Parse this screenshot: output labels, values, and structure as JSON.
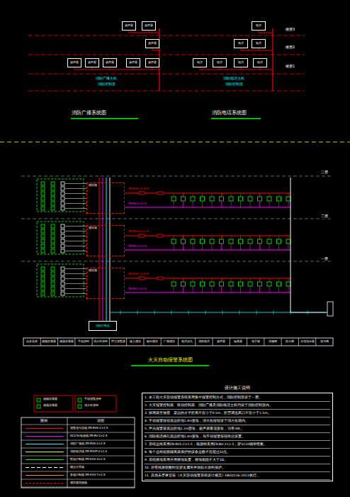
{
  "diagram": {
    "title": "火灾自动报警系统图",
    "nodes": [
      {
        "text": [
          "扬声器"
        ]
      },
      {
        "text": [
          "扬声器"
        ]
      },
      {
        "text": [
          "电话"
        ]
      },
      {
        "text": [
          "扬声器"
        ]
      },
      {
        "text": [
          "电话"
        ]
      },
      {
        "text": [
          "电话"
        ]
      },
      {
        "text": [
          "扬声器"
        ]
      },
      {
        "text": [
          "扬声器"
        ]
      },
      {
        "text": [
          "扬声器"
        ]
      },
      {
        "text": [
          "扬声器"
        ]
      },
      {
        "text": [
          "扬声器"
        ]
      },
      {
        "text": [
          "电话"
        ]
      },
      {
        "text": [
          "电话"
        ]
      },
      {
        "text": [
          "电话"
        ]
      },
      {
        "text": [
          "电话"
        ]
      },
      {
        "text": [
          "模块箱"
        ]
      },
      {
        "text": [
          "模块箱"
        ]
      },
      {
        "text": [
          "模块箱"
        ]
      },
      {
        "text": [
          "消防控制室"
        ]
      },
      {
        "text": [
          "设计施工说明",
          "1. 本工程火灾自动报警系统采用集中报警控制方式，消防控制室设于一层。",
          "2. 火灾报警控制器、联动控制器、消防广播及消防电话主机均设于消防控制室内。",
          "3. 探测器至墙壁、梁边的水平距离不应小于0.5m，距空调送风口不应小于1.5m。",
          "4. 手动报警按钮底边距地1.4m安装，消火栓按钮设于消火栓箱内。",
          "5. 声光报警器底边距地2.2m壁装，扬声器吸顶安装，功率3W。",
          "6. 消防电话插孔底边距地1.4m安装，与手动报警按钮组合设置。",
          "7. 系统总线采用ZR-RVS-2×1.5，电源线采用ZR-BV-2×2.5，穿SC20钢管暗敷。",
          "8. 每个总线短路隔离器保护的设备总数不应超过32点。",
          "9. 系统接地采用共用接地装置，接地电阻不大于1Ω。",
          "10. 所有线路明敷时应穿金属管并涂防火涂料保护。",
          "11. 其他未尽事宜按《火灾自动报警系统设计规范》GB50116-2013执行。"
        ]
      }
    ],
    "labels": [
      "楼层3",
      "楼层2",
      "楼层1",
      "消防广播主机",
      "消防控制室",
      "消防电话主机",
      "消防控制室",
      "消防广播系统图",
      "消防电话系统图",
      "三层",
      "二层",
      "一层",
      "ZR-RVS-2×1.5",
      "ZR-RVS-2×1.5",
      "ZR-RVS-2×1.5",
      "ZR-BV-2×2.5",
      "ZR-BV-2×2.5",
      "ZR-BV-2×2.5",
      "设备名称",
      "感烟探测器",
      "感温探测器",
      "手动按钮",
      "消火栓按钮",
      "声光报警器",
      "输入模块",
      "输出模块",
      "广播模块",
      "电话插孔",
      "消防电话",
      "扬声器",
      "隔离器",
      "端子箱",
      "排烟阀",
      "防火阀",
      "水流指示器",
      "信号阀",
      "图例",
      "说明"
    ],
    "legend": [
      {
        "text": "感烟探测器"
      },
      {
        "text": "感温探测器"
      },
      {
        "text": "手动报警按钮"
      },
      {
        "text": "消火栓按钮"
      },
      {
        "text": "报警信号总线 ZR-RVS-2×1.5"
      },
      {
        "text": "DC24V电源线 ZR-BV-2×2.5"
      },
      {
        "text": "消防广播线 ZR-RVS-2×1.5"
      },
      {
        "text": "消防电话线 ZR-RVVP-2×1.0"
      },
      {
        "text": "联动控制线 ZR-KVV-4×1.5"
      },
      {
        "text": "楼层分界线"
      },
      {
        "text": "多线控制线 ZR-KVV-7×1.5"
      },
      {
        "text": "模块箱范围线"
      }
    ]
  }
}
